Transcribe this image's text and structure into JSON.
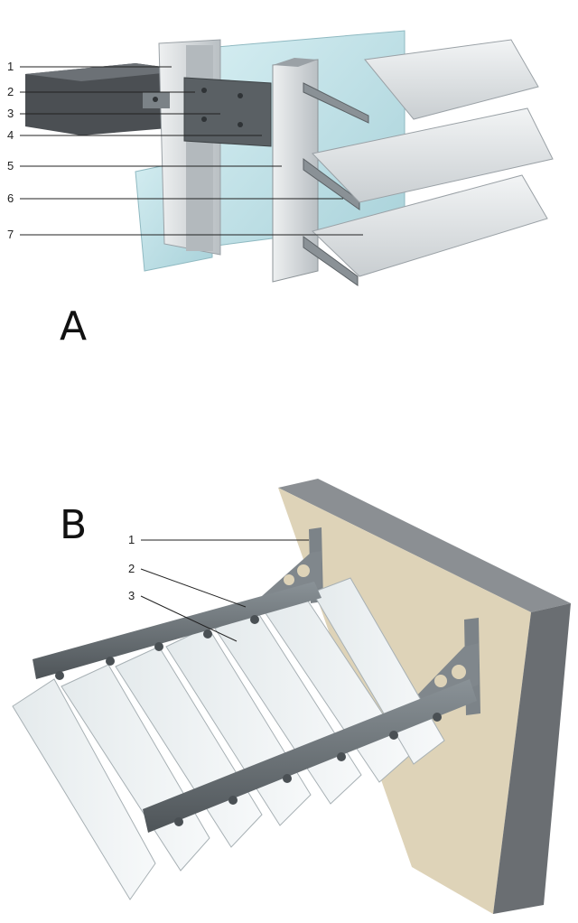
{
  "panel_a": {
    "letter": "A",
    "callouts": [
      "1",
      "2",
      "3",
      "4",
      "5",
      "6",
      "7"
    ]
  },
  "panel_b": {
    "letter": "B",
    "callouts": [
      "1",
      "2",
      "3"
    ]
  },
  "colors": {
    "glass": "#bfe0e6",
    "aluminium": "#d9dde0",
    "aluminium_dark": "#9aa1a6",
    "concrete": "#6e7276",
    "insulation": "#ded3b8",
    "steel": "#6a7176"
  }
}
